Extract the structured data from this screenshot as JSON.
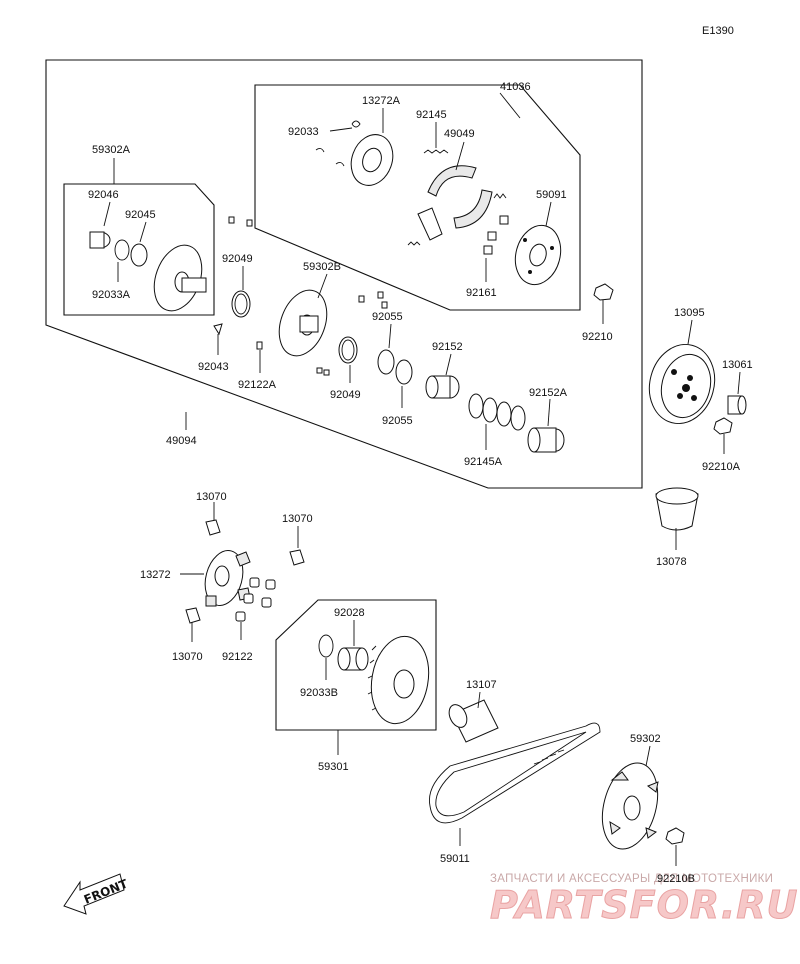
{
  "diagram_code": "E1390",
  "labels": {
    "p41036": "41036",
    "p13272A": "13272A",
    "p92145": "92145",
    "p92033": "92033",
    "p49049": "49049",
    "p59091": "59091",
    "p92161": "92161",
    "p59302A": "59302A",
    "p92046": "92046",
    "p92045": "92045",
    "p92033A": "92033A",
    "p92049a": "92049",
    "p59302B": "59302B",
    "p92055a": "92055",
    "p92152": "92152",
    "p92210": "92210",
    "p13095": "13095",
    "p13061": "13061",
    "p92210A": "92210A",
    "p92043": "92043",
    "p92122A": "92122A",
    "p92049b": "92049",
    "p92055b": "92055",
    "p92152A": "92152A",
    "p92145A": "92145A",
    "p49094": "49094",
    "p13070a": "13070",
    "p13070b": "13070",
    "p13272": "13272",
    "p13070c": "13070",
    "p92122": "92122",
    "p13078": "13078",
    "p92028": "92028",
    "p92033B": "92033B",
    "p59301": "59301",
    "p13107": "13107",
    "p59302": "59302",
    "p59011": "59011",
    "p92210B": "92210B"
  },
  "front_label": "FRONT",
  "watermark": {
    "top_text": "ЗАПЧАСТИ И АКСЕССУАРЫ ДЛЯ МОТОТЕХНИКИ",
    "brand": "PARTSFOR.RU",
    "brand_color": "#f6c8c8"
  }
}
